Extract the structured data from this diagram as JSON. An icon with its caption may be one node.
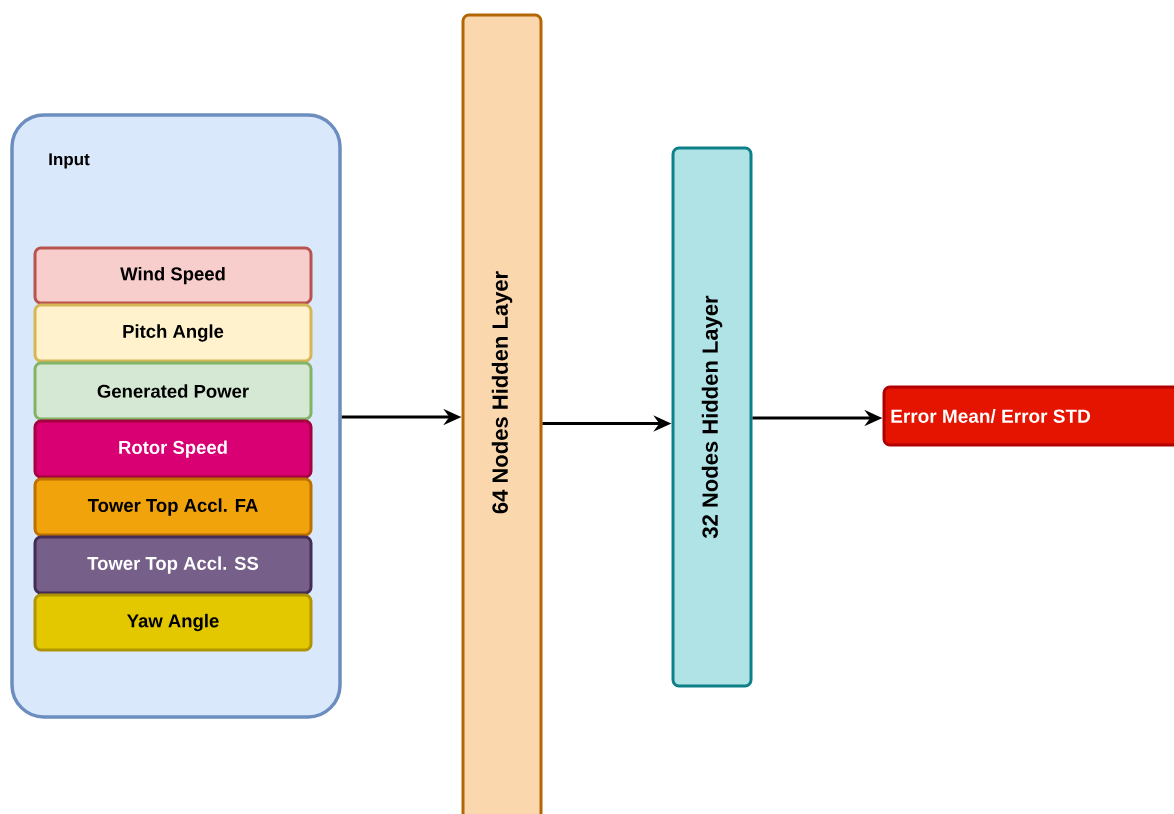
{
  "diagram": {
    "nodes": [
      {
        "text": [
          "Input"
        ]
      },
      {
        "text": [
          "Wind Speed"
        ],
        "in": 0
      },
      {
        "text": [
          "Pitch Angle"
        ],
        "in": 0
      },
      {
        "text": [
          "Generated Power"
        ],
        "in": 0
      },
      {
        "text": [
          "Rotor Speed"
        ],
        "in": 0
      },
      {
        "text": [
          "Tower Top Accl. FA"
        ],
        "in": 0
      },
      {
        "text": [
          "Tower Top Accl. SS"
        ],
        "in": 0
      },
      {
        "text": [
          "Yaw Angle"
        ],
        "in": 0
      },
      {
        "text": [
          "64 Nodes Hidden Layer"
        ]
      },
      {
        "text": [
          "32 Nodes Hidden Layer"
        ]
      },
      {
        "text": [
          "Error Mean/ Error STD"
        ]
      }
    ],
    "edges": [
      {
        "from": 0,
        "to": 8,
        "arrow": "to"
      },
      {
        "from": 8,
        "to": 9,
        "arrow": "to"
      },
      {
        "from": 9,
        "to": 10,
        "arrow": "to"
      }
    ]
  }
}
